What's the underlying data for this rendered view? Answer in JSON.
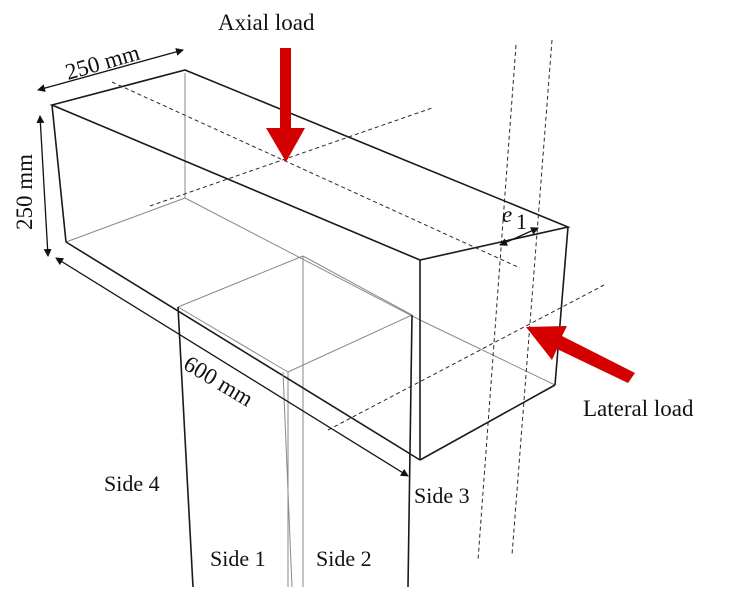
{
  "labels": {
    "axial_load": "Axial load",
    "lateral_load": "Lateral load",
    "width_dim": "250 mm",
    "height_dim": "250 mm",
    "length_dim": "600 mm",
    "eccentricity_base": "e",
    "eccentricity_sub": "1",
    "side_1": "Side 1",
    "side_2": "Side 2",
    "side_3": "Side 3",
    "side_4": "Side 4"
  },
  "colors": {
    "load_arrow": "#d40000",
    "edges": "#1a1a1a",
    "hidden_edges": "#8a8a8a",
    "dashed_lines": "#2a2a2a"
  }
}
